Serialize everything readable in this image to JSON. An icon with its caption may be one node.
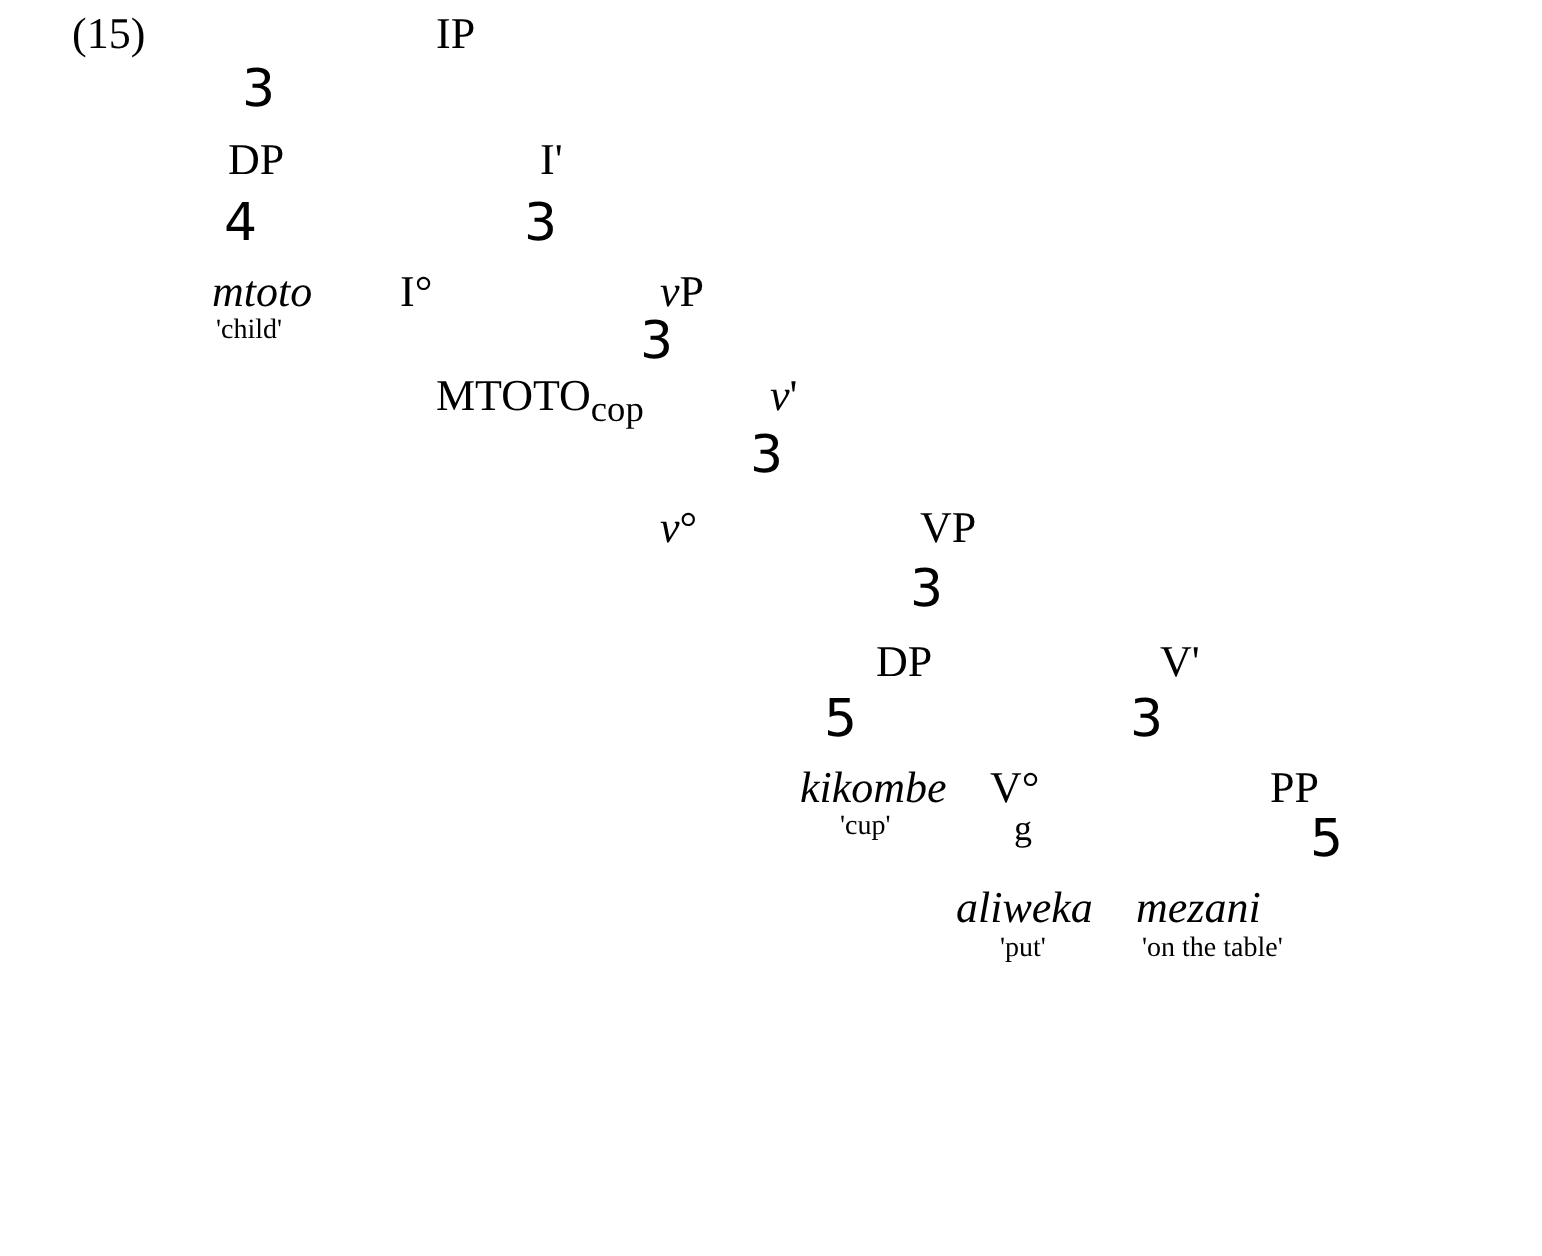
{
  "diagram": {
    "labels": [
      "(15)",
      "IP",
      "3",
      "DP",
      "I'",
      "4",
      "3",
      "mtoto",
      "I°",
      "vP",
      "'child'",
      "3",
      "MTOTO$_{cop}$",
      "*v*'",
      "3",
      "*v*°",
      "VP",
      "3",
      "DP",
      "V'",
      "5",
      "3",
      "kikombe",
      "V°",
      "PP",
      "'cup'",
      "g",
      "5",
      "aliweka",
      "mezani",
      "'put'",
      "'on the table'"
    ]
  }
}
